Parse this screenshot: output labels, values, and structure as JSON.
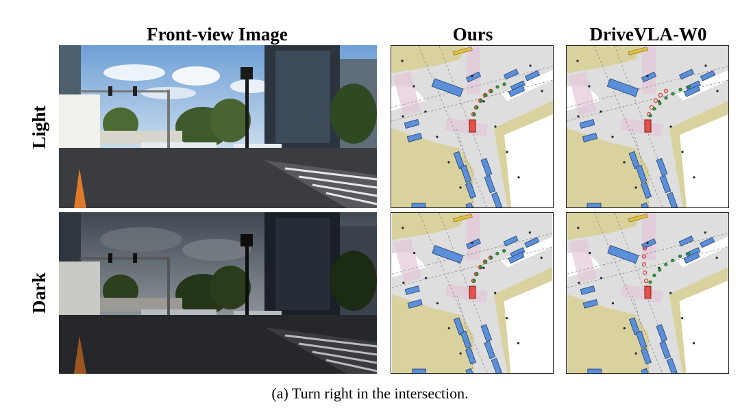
{
  "headers": {
    "front_view": "Front-view Image",
    "ours": "Ours",
    "baseline": "DriveVLA-W0"
  },
  "rows": [
    {
      "label": "Light",
      "sky": "#7fa8d8",
      "ground": "#3c3d41"
    },
    {
      "label": "Dark",
      "sky": "#4c5560",
      "ground": "#26282c"
    }
  ],
  "caption": "(a) Turn right in the intersection.",
  "colors": {
    "road": "#dedede",
    "sidewalk": "#d9d29e",
    "crosswalk": "#e4c7d9",
    "vehicle": "#5b8fd9",
    "ego": "#e8504a",
    "trajectory_pred": "#2e9a3a",
    "trajectory_gt": "#d9352b"
  }
}
